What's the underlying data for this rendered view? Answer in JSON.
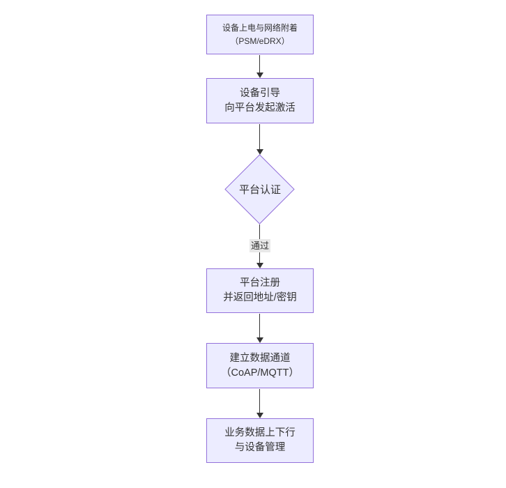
{
  "diagram": {
    "type": "flowchart-vertical",
    "colors": {
      "node_fill": "#ECECFF",
      "node_border": "#9370DB",
      "text": "#333333",
      "arrow": "#333333",
      "edge_label_bg": "#e8e8e8"
    },
    "nodes": [
      {
        "id": "power-network-attach",
        "shape": "rect",
        "line1": "设备上电与网络附着",
        "line2": "（PSM/eDRX）"
      },
      {
        "id": "device-bootstrap",
        "shape": "rect",
        "line1": "设备引导",
        "line2": "向平台发起激活"
      },
      {
        "id": "platform-auth",
        "shape": "diamond",
        "line1": "平台认证",
        "line2": ""
      },
      {
        "id": "platform-register",
        "shape": "rect",
        "line1": "平台注册",
        "line2": "并返回地址/密钥"
      },
      {
        "id": "data-channel",
        "shape": "rect",
        "line1": "建立数据通道",
        "line2": "（CoAP/MQTT）"
      },
      {
        "id": "business-data",
        "shape": "rect",
        "line1": "业务数据上下行",
        "line2": "与设备管理"
      }
    ],
    "edges": [
      {
        "from": "power-network-attach",
        "to": "device-bootstrap",
        "label": ""
      },
      {
        "from": "device-bootstrap",
        "to": "platform-auth",
        "label": ""
      },
      {
        "from": "platform-auth",
        "to": "platform-register",
        "label": "通过"
      },
      {
        "from": "platform-register",
        "to": "data-channel",
        "label": ""
      },
      {
        "from": "data-channel",
        "to": "business-data",
        "label": ""
      }
    ]
  }
}
